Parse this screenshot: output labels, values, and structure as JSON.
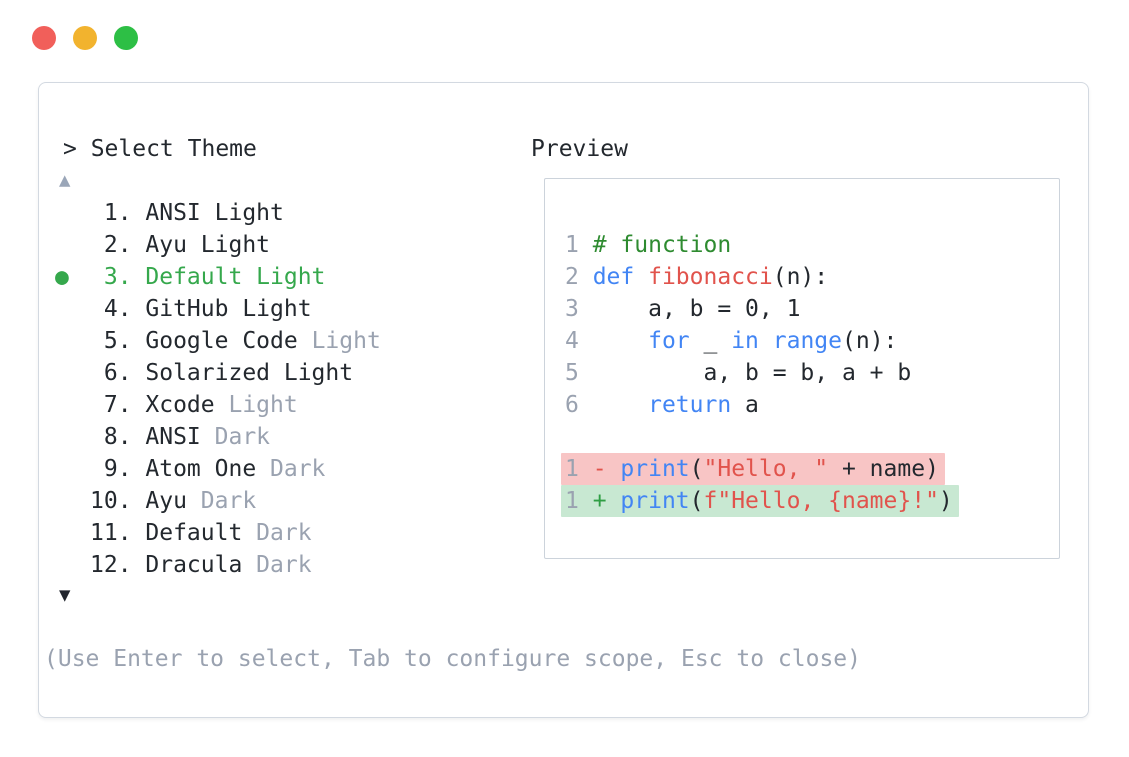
{
  "colors": {
    "ink": "#23282e",
    "muted": "#9aa2b0",
    "accent_green": "#35a84c",
    "scroll_up": "#9aa6b8",
    "scroll_down": "#22262e",
    "kw": "#4285f4",
    "fn": "#e1534c",
    "str": "#e1534c",
    "cm": "#2e8b30",
    "plus": "#2f9e44",
    "minus": "#e1534c",
    "del_bg": "#f8c5c5",
    "add_bg": "#c8e8d2",
    "ln": "#9aa2b0",
    "border": "#d3d9e1",
    "preview_border": "#ccd3db",
    "light_red": "#f15f5a",
    "light_yellow": "#f2b32e",
    "light_green": "#2dbf45"
  },
  "window": {
    "prompt": "> Select Theme",
    "hint": "(Use Enter to select, Tab to configure scope, Esc to close)"
  },
  "theme_list": {
    "scroll_up_icon": "▲",
    "scroll_down_icon": "▼",
    "selected_marker": "●",
    "items": [
      {
        "num": 1,
        "name": "ANSI Light",
        "muted": "",
        "selected": false
      },
      {
        "num": 2,
        "name": "Ayu Light",
        "muted": "",
        "selected": false
      },
      {
        "num": 3,
        "name": "Default Light",
        "muted": "",
        "selected": true
      },
      {
        "num": 4,
        "name": "GitHub Light",
        "muted": "",
        "selected": false
      },
      {
        "num": 5,
        "name": "Google Code",
        "muted": " Light",
        "selected": false
      },
      {
        "num": 6,
        "name": "Solarized Light",
        "muted": "",
        "selected": false
      },
      {
        "num": 7,
        "name": "Xcode",
        "muted": " Light",
        "selected": false
      },
      {
        "num": 8,
        "name": "ANSI",
        "muted": " Dark",
        "selected": false
      },
      {
        "num": 9,
        "name": "Atom One",
        "muted": " Dark",
        "selected": false
      },
      {
        "num": 10,
        "name": "Ayu",
        "muted": " Dark",
        "selected": false
      },
      {
        "num": 11,
        "name": "Default",
        "muted": " Dark",
        "selected": false
      },
      {
        "num": 12,
        "name": "Dracula",
        "muted": " Dark",
        "selected": false
      }
    ]
  },
  "preview": {
    "label": "Preview",
    "lines": [
      {
        "num": "1",
        "bg": "",
        "segs": [
          [
            "# function",
            "cm"
          ]
        ]
      },
      {
        "num": "2",
        "bg": "",
        "segs": [
          [
            "def",
            "kw"
          ],
          [
            " ",
            "pl"
          ],
          [
            "fibonacci",
            "fn"
          ],
          [
            "(n):",
            "pl"
          ]
        ]
      },
      {
        "num": "3",
        "bg": "",
        "segs": [
          [
            "    a, b = 0, 1",
            "pl"
          ]
        ]
      },
      {
        "num": "4",
        "bg": "",
        "segs": [
          [
            "    ",
            "pl"
          ],
          [
            "for",
            "kw"
          ],
          [
            " _ ",
            "pl"
          ],
          [
            "in",
            "kw"
          ],
          [
            " ",
            "pl"
          ],
          [
            "range",
            "kw"
          ],
          [
            "(n):",
            "pl"
          ]
        ]
      },
      {
        "num": "5",
        "bg": "",
        "segs": [
          [
            "        a, b = b, a + b",
            "pl"
          ]
        ]
      },
      {
        "num": "6",
        "bg": "",
        "segs": [
          [
            "    ",
            "pl"
          ],
          [
            "return",
            "kw"
          ],
          [
            " a",
            "pl"
          ]
        ]
      },
      {
        "num": "",
        "bg": "",
        "segs": []
      },
      {
        "num": "1",
        "bg": "del",
        "segs": [
          [
            "- ",
            "minus"
          ],
          [
            "print",
            "kw"
          ],
          [
            "(",
            "pl"
          ],
          [
            "\"Hello, \"",
            "str"
          ],
          [
            " + name)",
            "pl"
          ]
        ]
      },
      {
        "num": "1",
        "bg": "add",
        "segs": [
          [
            "+ ",
            "plus"
          ],
          [
            "print",
            "kw"
          ],
          [
            "(",
            "pl"
          ],
          [
            "f\"Hello, {name}!\"",
            "str"
          ],
          [
            ")",
            "pl"
          ]
        ]
      }
    ]
  }
}
